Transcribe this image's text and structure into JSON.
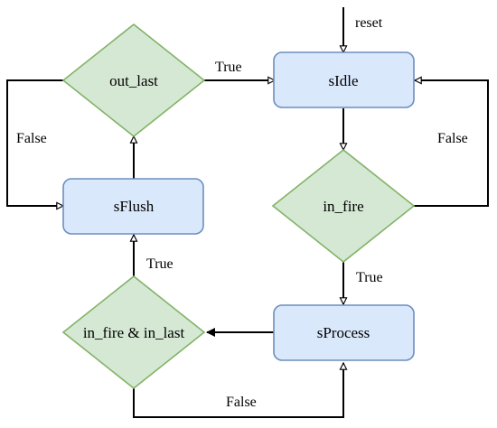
{
  "colors": {
    "state_fill": "#dae8fc",
    "state_stroke": "#6c8ebf",
    "decision_fill": "#d5e8d4",
    "decision_stroke": "#82b366",
    "edge": "#000000"
  },
  "nodes": {
    "sIdle": "sIdle",
    "sFlush": "sFlush",
    "sProcess": "sProcess",
    "out_last": "out_last",
    "in_fire": "in_fire",
    "in_fire_in_last": "in_fire & in_last"
  },
  "edge_labels": {
    "reset": "reset",
    "out_last_true": "True",
    "out_last_false": "False",
    "in_fire_false": "False",
    "in_fire_true": "True",
    "in_fire_in_last_true": "True",
    "in_fire_in_last_false": "False"
  }
}
